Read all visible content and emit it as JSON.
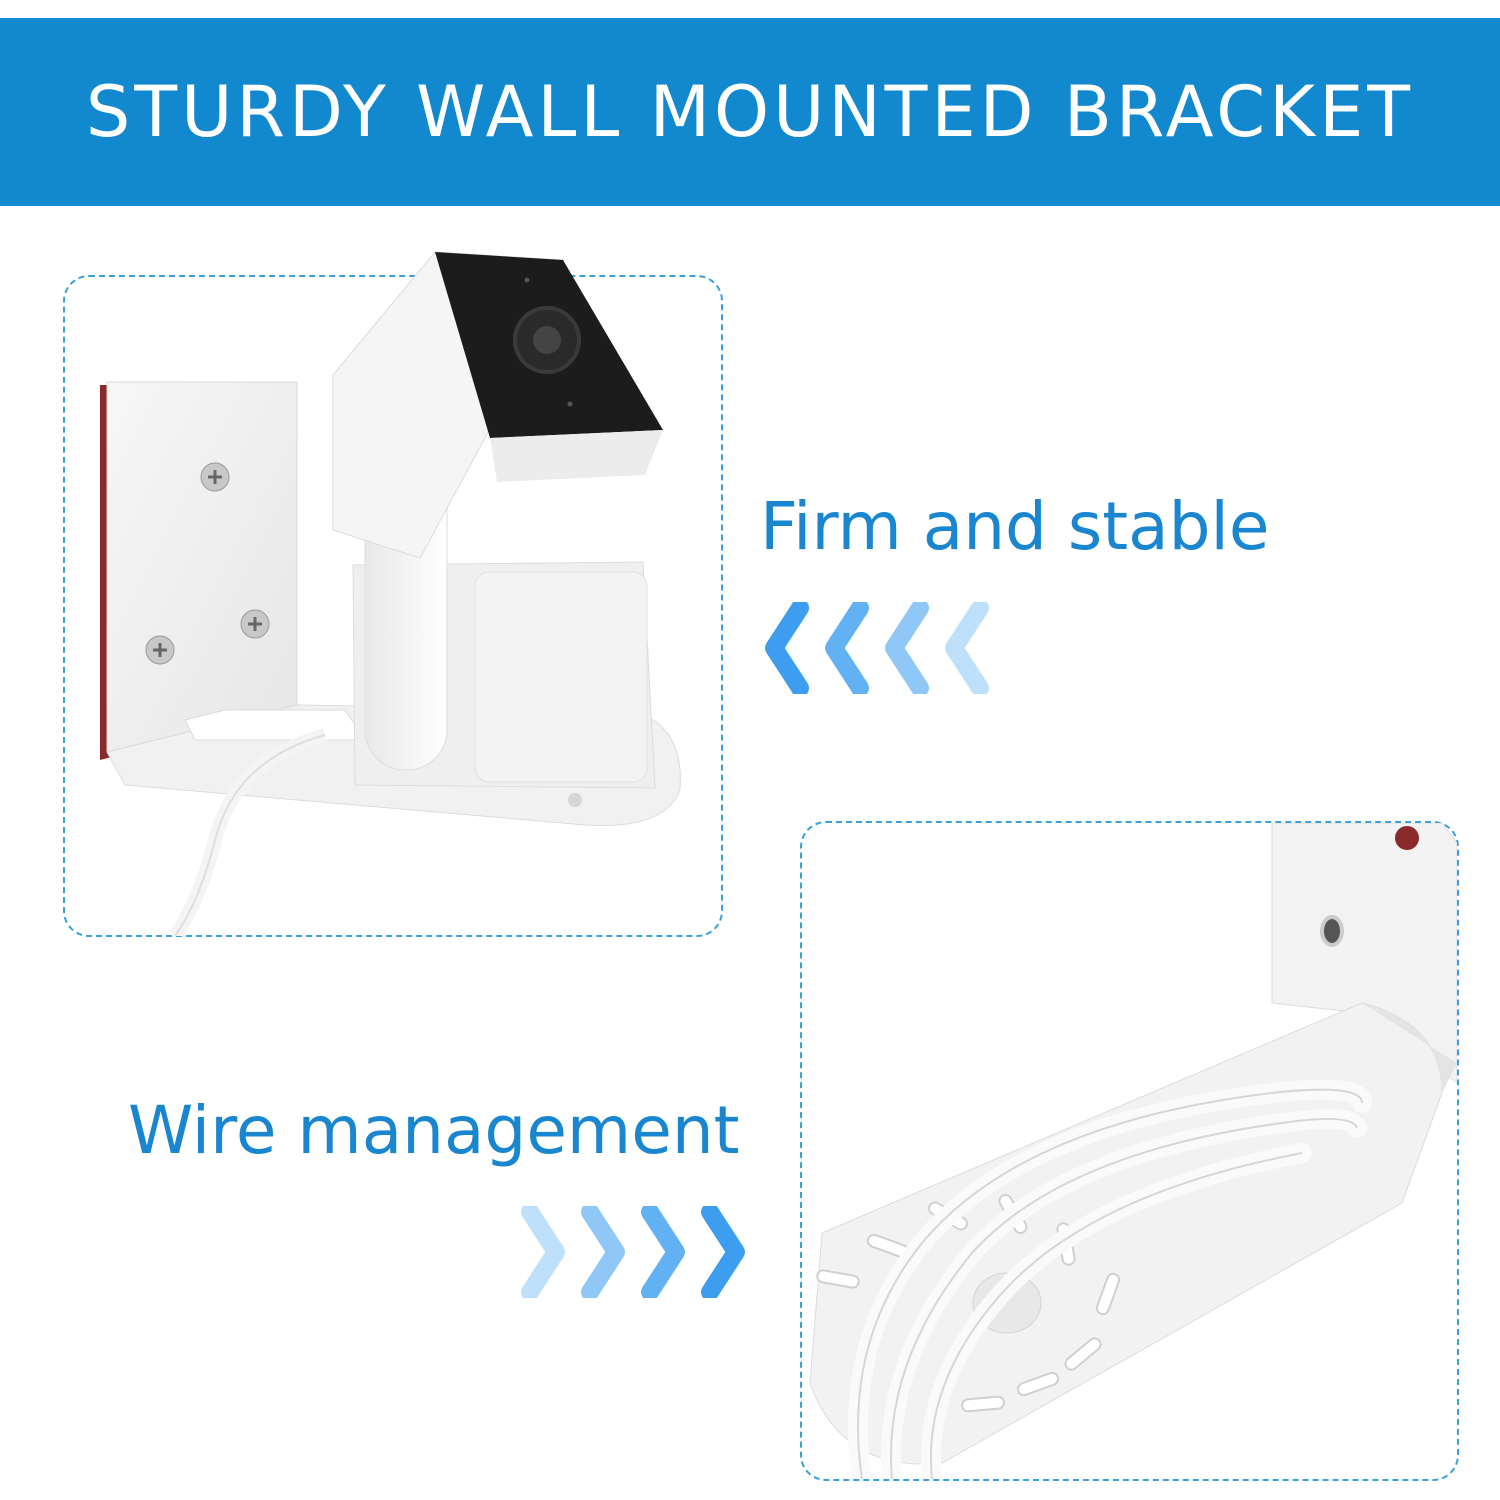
{
  "header": {
    "title": "STURDY WALL MOUNTED BRACKET"
  },
  "features": [
    {
      "label": "Firm and stable",
      "arrow_direction": "left"
    },
    {
      "label": "Wire management",
      "arrow_direction": "right"
    }
  ],
  "colors": {
    "banner": "#1288cf",
    "accent_text": "#1a86cf",
    "frame_border": "#3aa0dc",
    "arrow_dark": "#3d9ef0",
    "arrow_light": "#bfe0fb"
  },
  "icons": [
    "chevron-left-icon",
    "chevron-right-icon",
    "screw-icon",
    "camera-icon"
  ]
}
